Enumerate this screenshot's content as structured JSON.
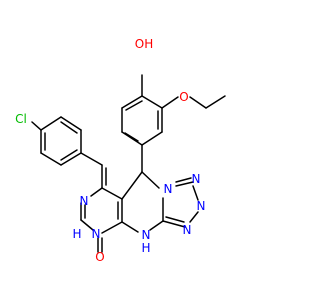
{
  "structure": {
    "atom_labels": {
      "cl": "Cl",
      "oh": "OH",
      "o_ether": "O",
      "o_keto": "O",
      "n_ring_1": "N",
      "n_ring_2": "N",
      "n_tz_1": "N",
      "n_tz_2": "N",
      "n_tz_3": "N",
      "n_tz_4": "N",
      "n_h": "N",
      "h_nh": "H",
      "h_left": "H"
    },
    "colors": {
      "bond": "#000000",
      "nitrogen": "#0000ff",
      "oxygen": "#ff0000",
      "chlorine": "#00bb00"
    }
  }
}
